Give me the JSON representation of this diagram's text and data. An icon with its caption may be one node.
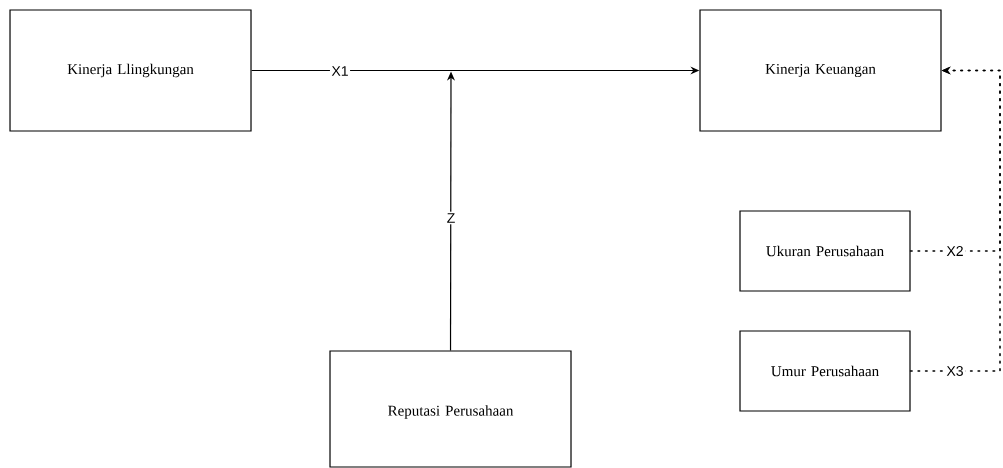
{
  "diagram": {
    "nodes": [
      {
        "text": [
          "Kinerja Llingkungan"
        ]
      },
      {
        "text": [
          "Kinerja Keuangan"
        ]
      },
      {
        "text": [
          "Reputasi Perusahaan"
        ]
      },
      {
        "text": [
          "Ukuran Perusahaan"
        ]
      },
      {
        "text": [
          "Umur Perusahaan"
        ]
      }
    ],
    "edges": [
      {
        "from": 0,
        "to": 1,
        "arrow": "to",
        "label": "X1"
      },
      {
        "from": 2,
        "to": null,
        "arrow": "to",
        "label": "Z"
      },
      {
        "from": 3,
        "to": 1,
        "arrow": "to",
        "label": "X2",
        "style": "dashed"
      },
      {
        "from": 4,
        "to": 1,
        "arrow": "to",
        "label": "X3",
        "style": "dashed"
      }
    ]
  }
}
